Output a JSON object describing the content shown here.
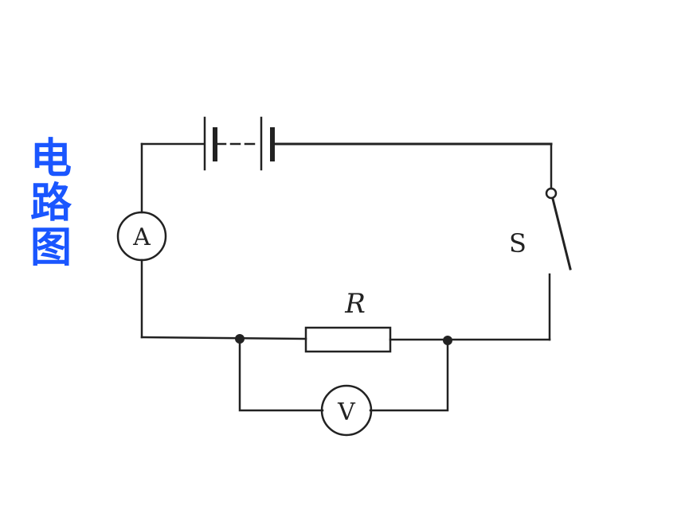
{
  "title": {
    "chars": [
      "电",
      "路",
      "图"
    ]
  },
  "circuit": {
    "ammeter_label": "A",
    "voltmeter_label": "V",
    "resistor_label": "R",
    "switch_label": "S"
  },
  "colors": {
    "title": "#1a56ff",
    "wire": "#222222"
  }
}
